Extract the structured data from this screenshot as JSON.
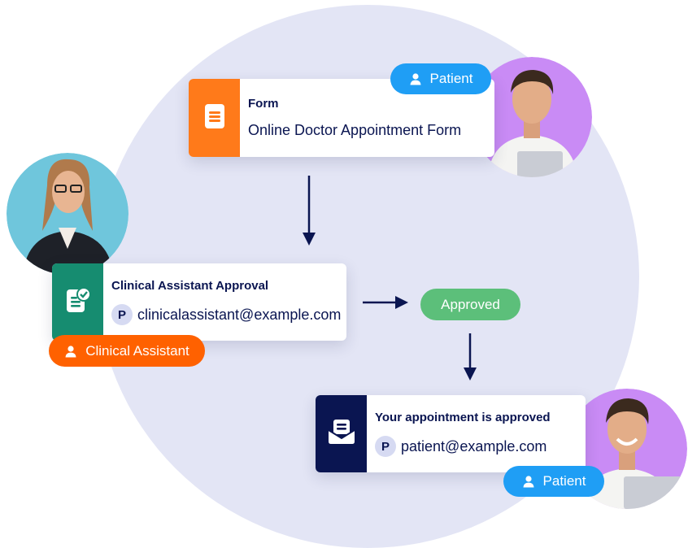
{
  "colors": {
    "navy": "#0a1551",
    "form_orange": "#ff7a1a",
    "approval_teal": "#168c70",
    "email_navy": "#0a1551",
    "patient_blue": "#1f9ef5",
    "assistant_orange": "#ff6100",
    "approved_green": "#5cbf7a",
    "avatar_purple": "#c98bf5",
    "avatar_cyan": "#6fc6dc",
    "bg_lavender": "#e3e5f5"
  },
  "form_card": {
    "icon": "document-icon",
    "title": "Form",
    "subtitle": "Online Doctor Appointment Form"
  },
  "approval_card": {
    "icon": "approval-clipboard-icon",
    "title": "Clinical Assistant Approval",
    "email_initial": "P",
    "email": "clinicalassistant@example.com"
  },
  "email_card": {
    "icon": "mail-envelope-icon",
    "title": "Your appointment is approved",
    "email_initial": "P",
    "email": "patient@example.com"
  },
  "badges": {
    "patient_top": "Patient",
    "clinical_assistant": "Clinical Assistant",
    "approved": "Approved",
    "patient_bottom": "Patient"
  }
}
